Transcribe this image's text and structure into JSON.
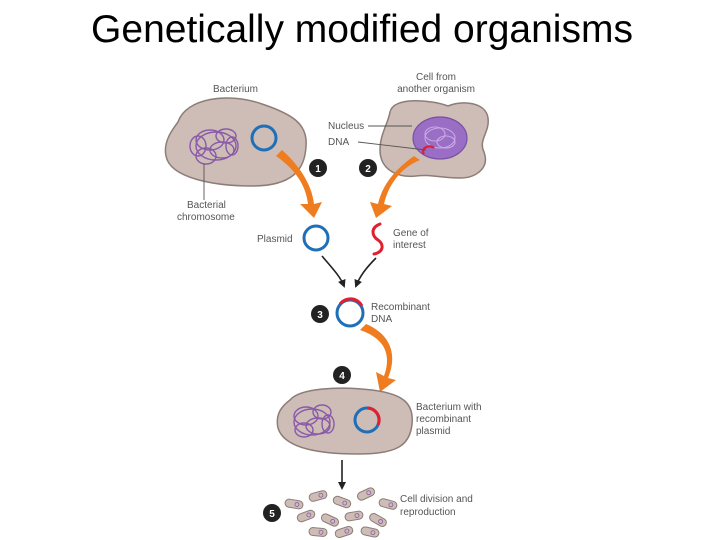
{
  "title": "Genetically modified organisms",
  "labels": {
    "bacterium": "Bacterium",
    "cell_line1": "Cell from",
    "cell_line2": "another organism",
    "nucleus": "Nucleus",
    "dna": "DNA",
    "bact_chrom_line1": "Bacterial",
    "bact_chrom_line2": "chromosome",
    "plasmid": "Plasmid",
    "gene_line1": "Gene of",
    "gene_line2": "interest",
    "recomb_line1": "Recombinant",
    "recomb_line2": "DNA",
    "bwrp_line1": "Bacterium with",
    "bwrp_line2": "recombinant",
    "bwrp_line3": "plasmid",
    "celldiv_line1": "Cell division and",
    "celldiv_line2": "reproduction"
  },
  "steps": [
    "1",
    "2",
    "3",
    "4",
    "5"
  ],
  "colors": {
    "cell_fill": "#cdbdb6",
    "cell_stroke": "#8c7d77",
    "plasmid_blue": "#1f6fb8",
    "gene_red": "#e0202e",
    "chromosome_purple": "#8a5aa8",
    "nucleus_purple": "#9a6ec4",
    "arrow_orange": "#ef7d1f",
    "step_circle": "#222222"
  }
}
